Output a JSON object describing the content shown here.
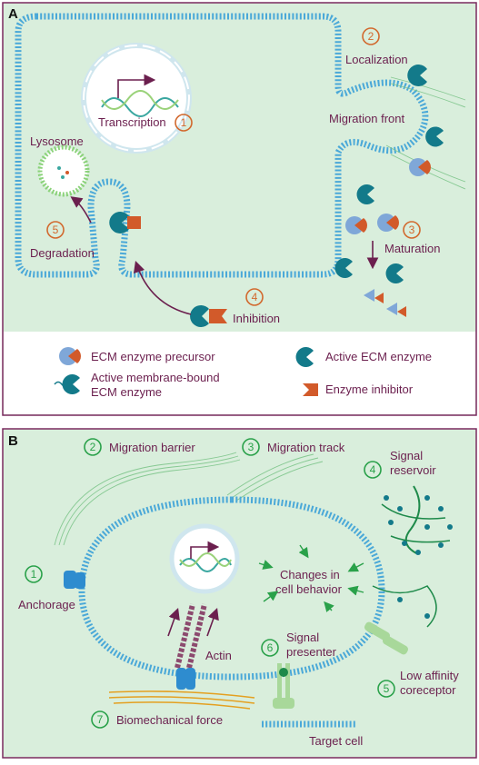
{
  "panel_a": {
    "letter": "A",
    "labels": {
      "transcription": "Transcription",
      "localization": "Localization",
      "migration_front": "Migration front",
      "lysosome": "Lysosome",
      "degradation": "Degradation",
      "maturation": "Maturation",
      "inhibition": "Inhibition"
    },
    "steps": [
      "1",
      "2",
      "3",
      "4",
      "5"
    ]
  },
  "legend": {
    "precursor": "ECM enzyme precursor",
    "membrane_bound_line1": "Active membrane-bound",
    "membrane_bound_line2": "ECM enzyme",
    "active": "Active ECM enzyme",
    "inhibitor": "Enzyme inhibitor"
  },
  "panel_b": {
    "letter": "B",
    "labels": {
      "migration_barrier": "Migration barrier",
      "migration_track": "Migration track",
      "signal_reservoir_1": "Signal",
      "signal_reservoir_2": "reservoir",
      "anchorage": "Anchorage",
      "changes_1": "Changes in",
      "changes_2": "cell behavior",
      "actin": "Actin",
      "signal_presenter_1": "Signal",
      "signal_presenter_2": "presenter",
      "low_affinity_1": "Low affinity",
      "low_affinity_2": "coreceptor",
      "biomechanical": "Biomechanical force",
      "target_cell": "Target cell"
    },
    "steps": [
      "1",
      "2",
      "3",
      "4",
      "5",
      "6",
      "7"
    ]
  },
  "colors": {
    "panel_bg": "#d9eedc",
    "panel_border": "#7a2a5e",
    "membrane": "#4aa8d8",
    "text": "#6b1f4e",
    "enzyme_teal": "#137a8a",
    "inhibitor_orange": "#d25a2a",
    "step_orange": "#d2692e",
    "step_green": "#2aa14a"
  }
}
